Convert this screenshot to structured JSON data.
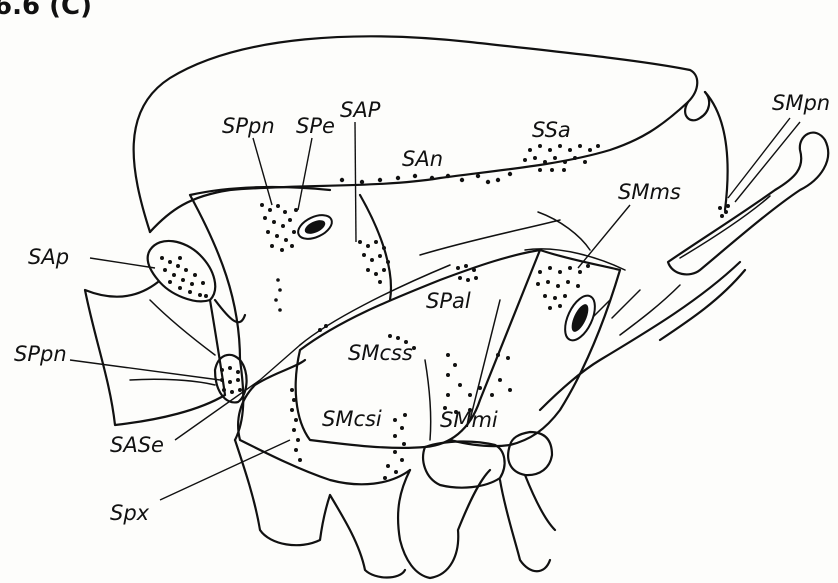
{
  "figure": {
    "title_fragment": "6.6 (C)"
  },
  "labels": {
    "SPpn_top": "SPpn",
    "SPe": "SPe",
    "SAP": "SAP",
    "SAn": "SAn",
    "SSa": "SSa",
    "SMpn": "SMpn",
    "SMms": "SMms",
    "SAp": "SAp",
    "SPal": "SPal",
    "SPpn_left": "SPpn",
    "SMcss": "SMcss",
    "SMcsi": "SMcsi",
    "SMmi": "SMmi",
    "SASe": "SASe",
    "Spx": "Spx"
  }
}
